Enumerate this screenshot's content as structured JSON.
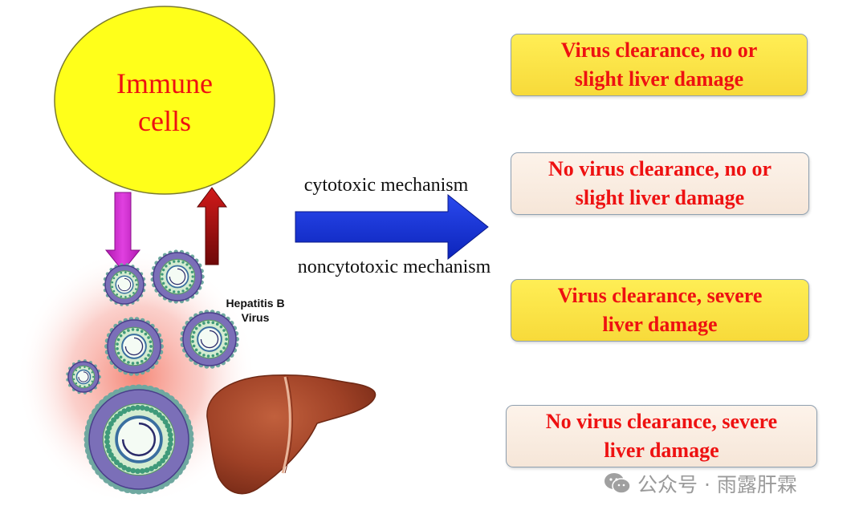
{
  "immune_cells": {
    "label_line1": "Immune",
    "label_line2": "cells"
  },
  "mechanism": {
    "top_label": "cytotoxic mechanism",
    "bottom_label": "noncytotoxic mechanism"
  },
  "virus": {
    "label_line1": "Hepatitis B",
    "label_line2": "Virus"
  },
  "outcomes": [
    {
      "text": "Virus clearance, no or\nslight liver damage",
      "style": "yellow"
    },
    {
      "text": "No virus clearance, no or\nslight liver damage",
      "style": "cream"
    },
    {
      "text": "Virus clearance,  severe\nliver damage",
      "style": "yellow"
    },
    {
      "text": "No virus clearance, severe\nliver damage",
      "style": "cream"
    }
  ],
  "watermark": {
    "text": "公众号 · 雨露肝霖",
    "icon": "wechat-icon"
  },
  "colors": {
    "immune_cell_fill": "#ffff1a",
    "immune_text": "#ee1111",
    "down_arrow": "#cc22cc",
    "up_arrow": "#a60f0f",
    "mechanism_arrow": "#1133dd",
    "outcome_text": "#ee1111",
    "liver": "#a6452a"
  }
}
